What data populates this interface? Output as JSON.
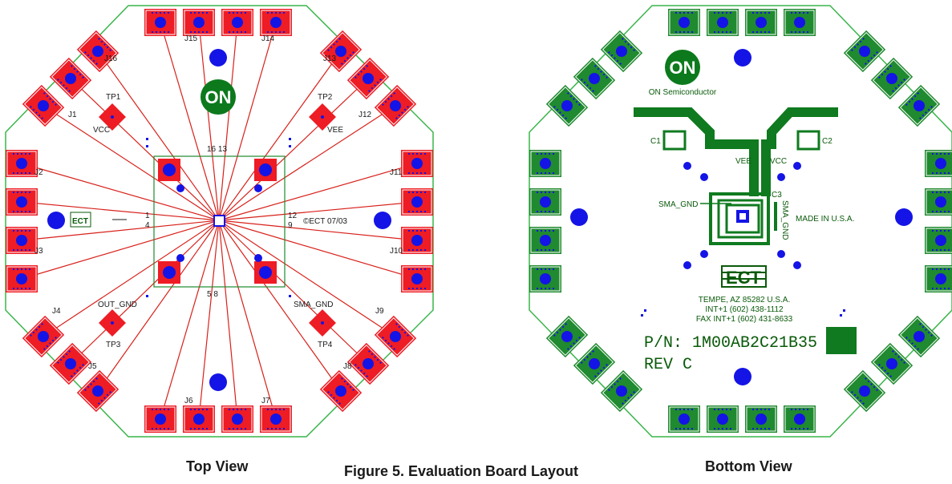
{
  "colors": {
    "outline": "#39b54a",
    "pad_red": "#ee1c24",
    "pad_green": "#1f8a2f",
    "via_blue": "#1414e6",
    "trace_red": "#d8201a",
    "copper_green": "#0f7a1f",
    "logo_green": "#0c7a1c"
  },
  "top_view": {
    "caption": "Top View",
    "logo_text": "ON",
    "ect_mark": "ECT",
    "copyright": "©ECT 07/03",
    "labels": {
      "J1": "J1",
      "J2": "J2",
      "J3": "J3",
      "J4": "J4",
      "J5": "J5",
      "J6": "J6",
      "J7": "J7",
      "J8": "J8",
      "J9": "J9",
      "J10": "J10",
      "J11": "J11",
      "J12": "J12",
      "J13": "J13",
      "J14": "J14",
      "J15": "J15",
      "J16": "J16",
      "TP1": "TP1",
      "TP2": "TP2",
      "TP3": "TP3",
      "TP4": "TP4",
      "VCC": "VCC",
      "VEE": "VEE",
      "OUT_GND": "OUT_GND",
      "SMA_GND": "SMA_GND",
      "pin16_13": "16 13",
      "pin12_9": "12\n9",
      "pin5_8": "5 8",
      "pin1_4": "1\n4"
    }
  },
  "bottom_view": {
    "caption": "Bottom View",
    "logo_text": "ON",
    "company": "ON Semiconductor",
    "c1": "C1",
    "c2": "C2",
    "c3": "C3",
    "vee": "VEE",
    "vcc": "VCC",
    "sma_gnd": "SMA_GND",
    "sma_gnd_vertical": "SMA_GND",
    "made_in": "MADE IN U.S.A.",
    "ect_logo": "ECT",
    "address_line1": "TEMPE, AZ 85282 U.S.A.",
    "address_line2": "INT+1 (602) 438-1112",
    "address_line3": "FAX INT+1 (602) 431-8633",
    "part_number": "P/N: 1M00AB2C21B35",
    "revision": "REV C"
  },
  "figure_caption": "Figure 5. Evaluation Board Layout"
}
